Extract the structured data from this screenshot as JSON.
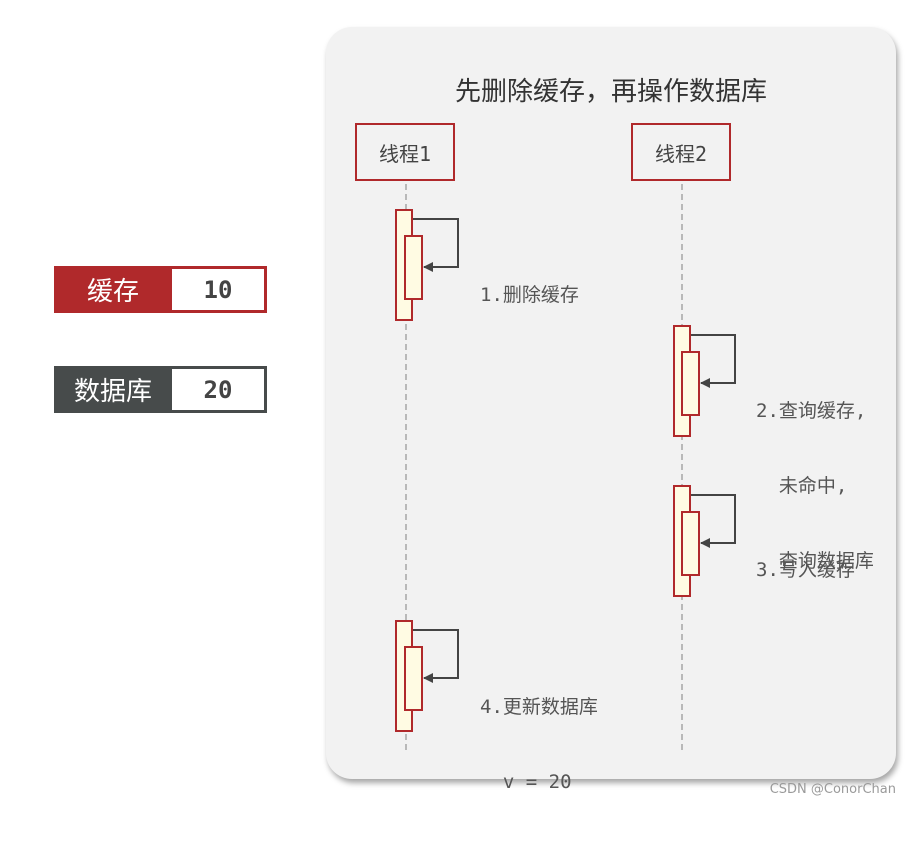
{
  "legend": {
    "cache": {
      "label": "缓存",
      "value": "10",
      "color": "#b0292b"
    },
    "database": {
      "label": "数据库",
      "value": "20",
      "color": "#474b4b"
    }
  },
  "diagram": {
    "title": "先删除缓存，再操作数据库",
    "thread1_label": "线程1",
    "thread2_label": "线程2",
    "steps": [
      {
        "lines": [
          "1.删除缓存"
        ]
      },
      {
        "lines": [
          "2.查询缓存,",
          "  未命中,",
          "  查询数据库"
        ]
      },
      {
        "lines": [
          "3.写入缓存"
        ]
      },
      {
        "lines": [
          "4.更新数据库",
          "  v = 20"
        ]
      }
    ]
  },
  "watermark": "CSDN @ConorChan"
}
